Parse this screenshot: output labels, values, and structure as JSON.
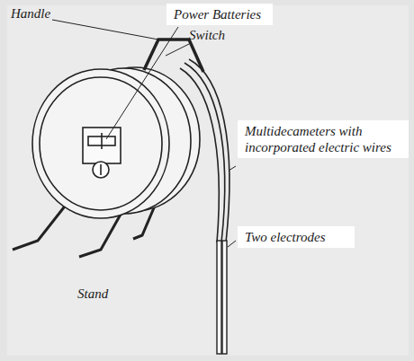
{
  "diagram": {
    "labels": [
      "Handle",
      "Power Batteries",
      "Switch",
      "Multidecameters with incorporated electric wires",
      "Two electrodes",
      "Stand"
    ]
  }
}
